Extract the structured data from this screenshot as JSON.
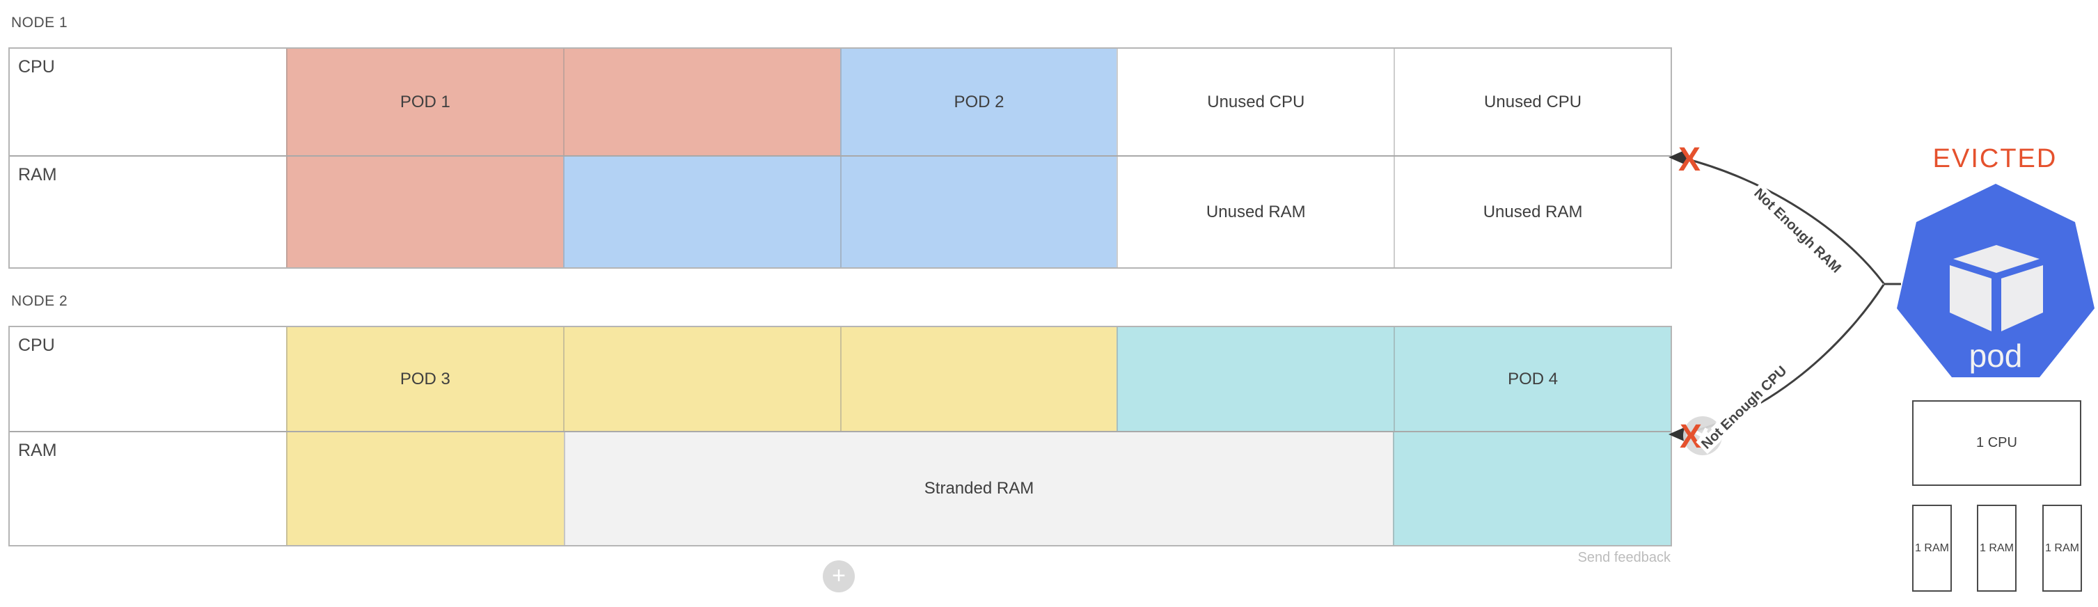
{
  "colors": {
    "salmon": "#ebb2a4",
    "blue": "#b3d2f4",
    "yellow": "#f7e7a1",
    "teal": "#b6e5e9",
    "stranded": "#f2f2f2",
    "k8s-blue": "#476de3",
    "orange": "#e5512d"
  },
  "nodes": [
    {
      "label": "NODE 1",
      "cpu_label": "CPU",
      "ram_label": "RAM",
      "cpu_cells": [
        {
          "text": "POD 1",
          "color": "salmon"
        },
        {
          "text": "",
          "color": "salmon"
        },
        {
          "text": "POD 2",
          "color": "blue"
        },
        {
          "text": "Unused CPU",
          "color": "white"
        },
        {
          "text": "Unused CPU",
          "color": "white"
        }
      ],
      "ram_cells": [
        {
          "text": "",
          "color": "salmon"
        },
        {
          "text": "",
          "color": "blue"
        },
        {
          "text": "",
          "color": "blue"
        },
        {
          "text": "Unused RAM",
          "color": "white"
        },
        {
          "text": "Unused RAM",
          "color": "white"
        }
      ]
    },
    {
      "label": "NODE 2",
      "cpu_label": "CPU",
      "ram_label": "RAM",
      "cpu_cells": [
        {
          "text": "POD 3",
          "color": "yellow"
        },
        {
          "text": "",
          "color": "yellow"
        },
        {
          "text": "",
          "color": "yellow"
        },
        {
          "text": "",
          "color": "teal"
        },
        {
          "text": "POD 4",
          "color": "teal"
        }
      ],
      "ram_cells": [
        {
          "text": "",
          "color": "yellow"
        },
        {
          "text": "Stranded RAM",
          "color": "stranded",
          "span": 3
        },
        {
          "text": "",
          "color": "teal"
        }
      ]
    }
  ],
  "annotations": {
    "evicted": "EVICTED",
    "pod_label": "pod",
    "not_enough_ram": "Not Enough RAM",
    "not_enough_cpu": "Not Enough CPU",
    "x_mark": "X"
  },
  "resources": {
    "cpu_label": "1 CPU",
    "ram_labels": [
      "1 RAM",
      "1 RAM",
      "1 RAM"
    ]
  },
  "footer": {
    "send_feedback": "Send feedback",
    "add_button": "+"
  }
}
